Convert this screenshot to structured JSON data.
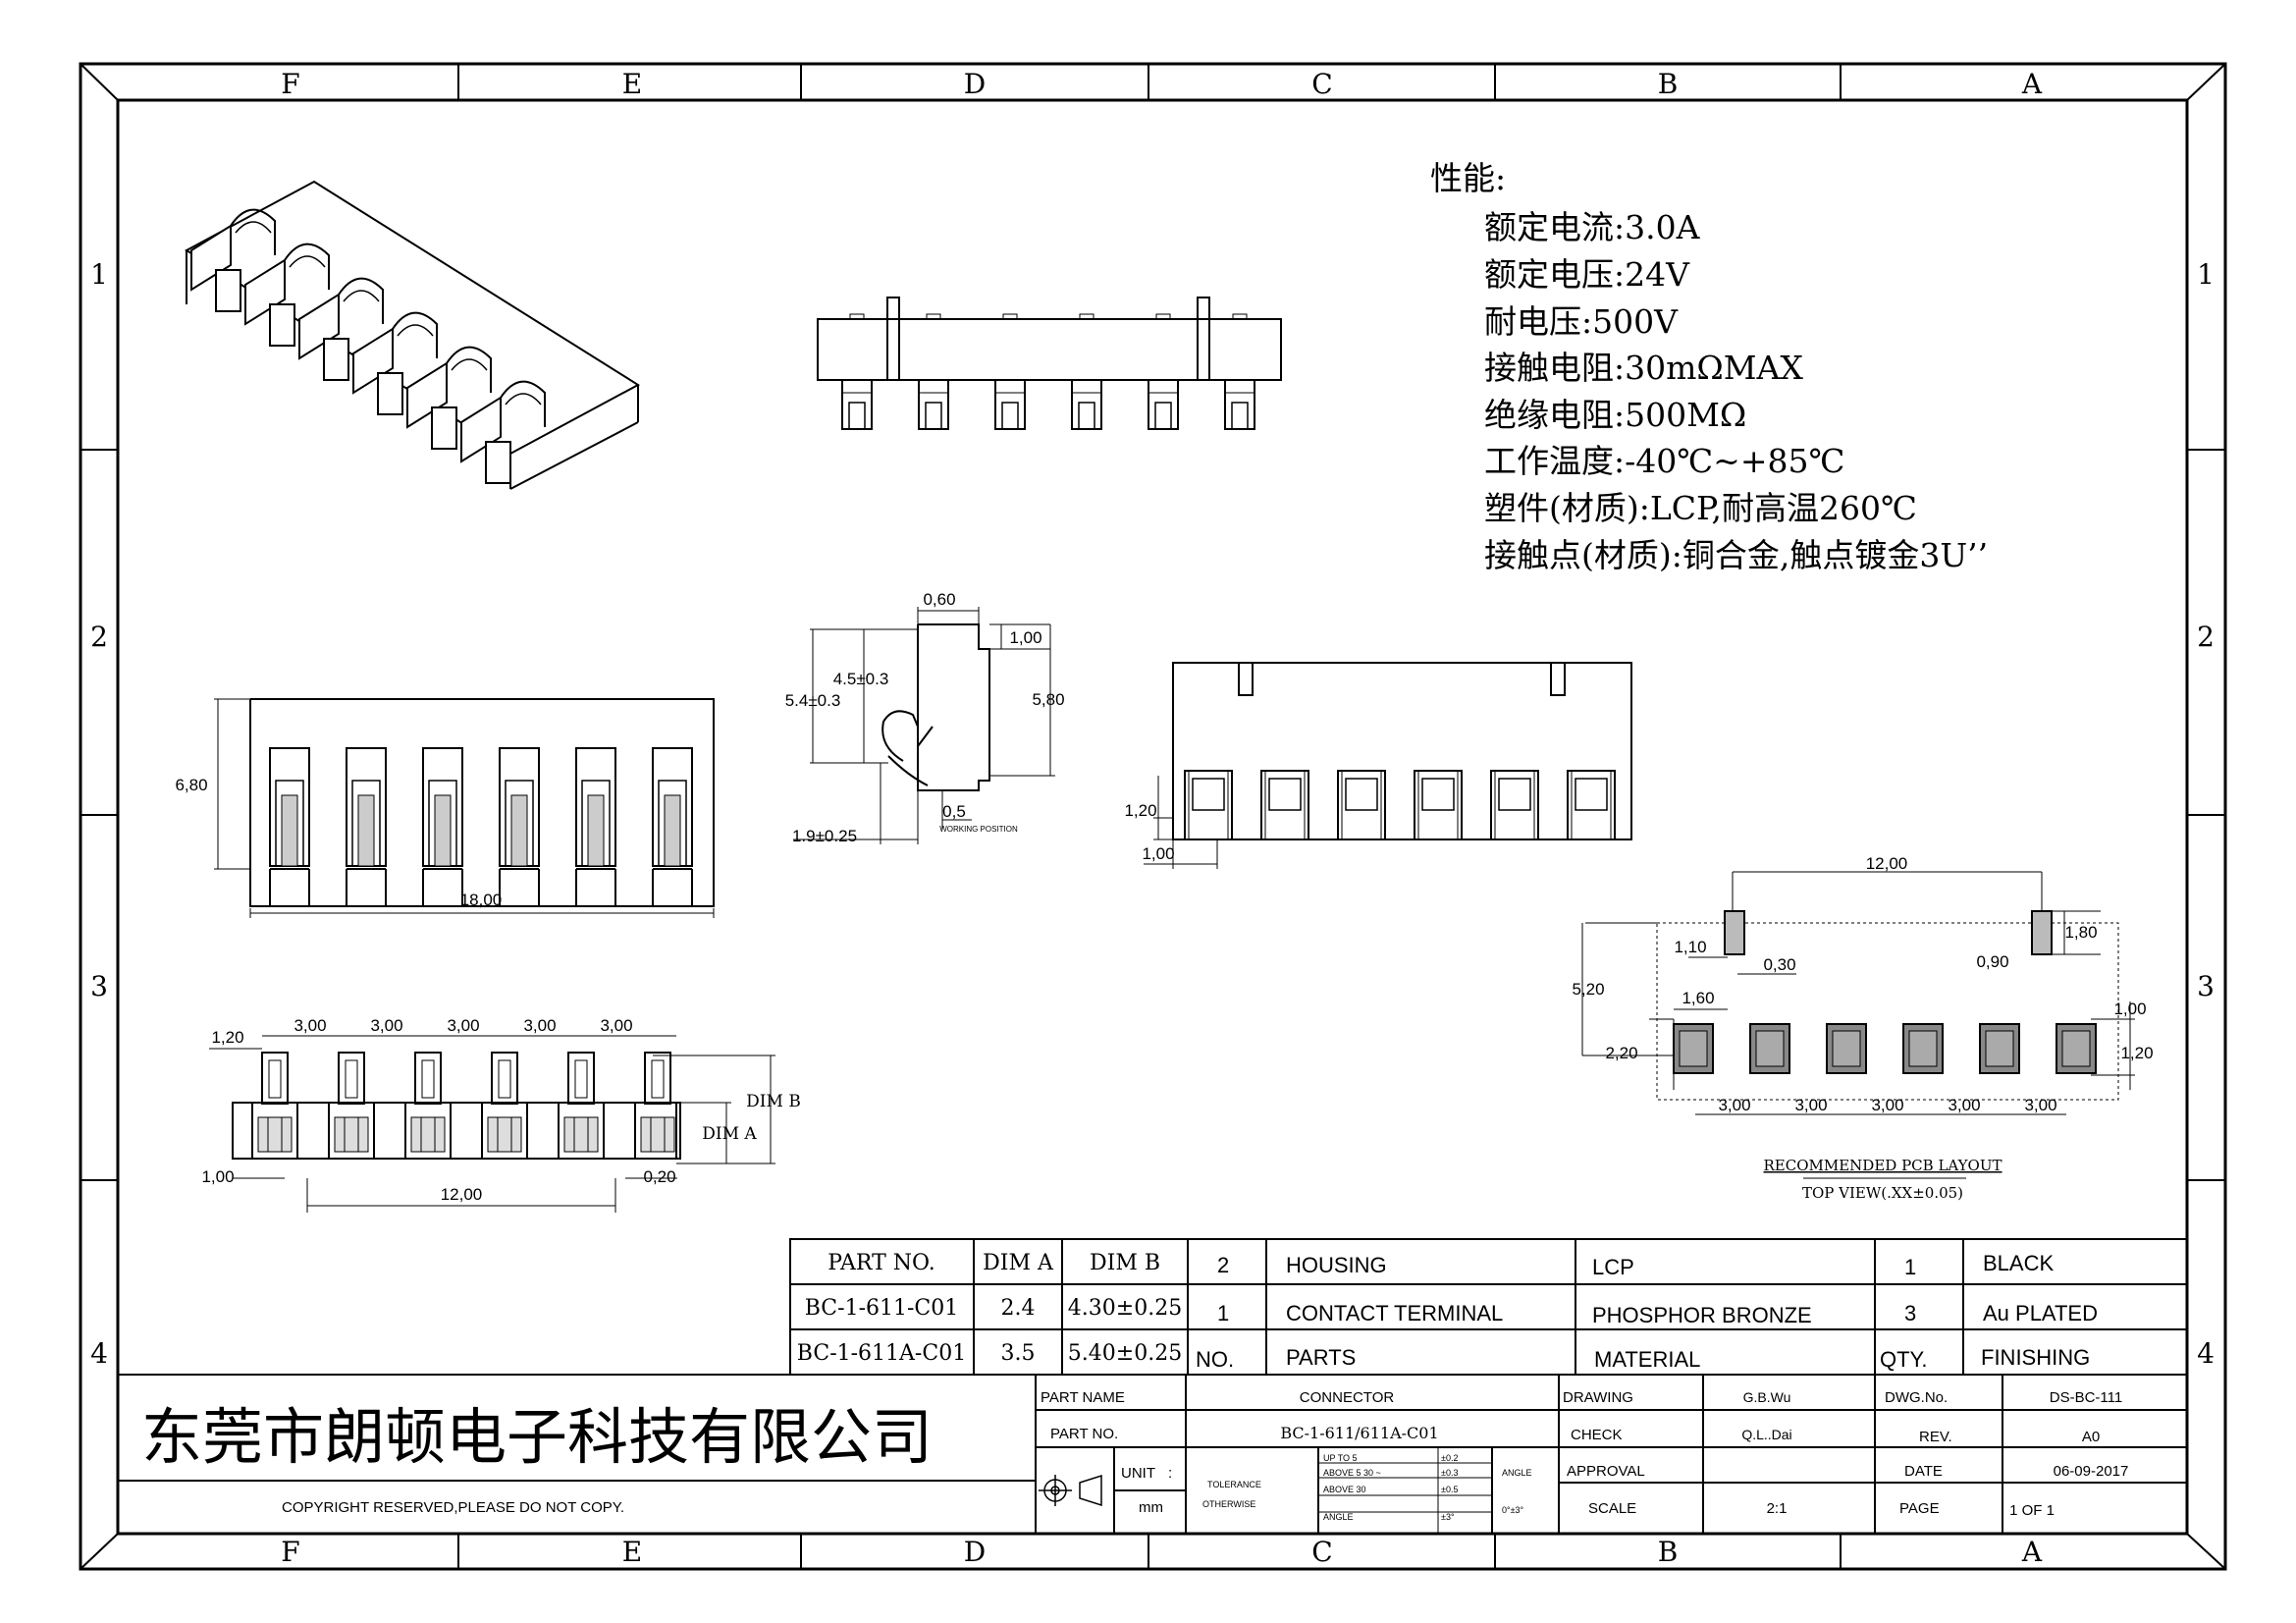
{
  "frame": {
    "top_letters": [
      "F",
      "E",
      "D",
      "C",
      "B",
      "A"
    ],
    "side_numbers": [
      "1",
      "2",
      "3",
      "4"
    ]
  },
  "specs": {
    "heading": "性能:",
    "lines": [
      "额定电流:3.0A",
      "额定电压:24V",
      "耐电压:500V",
      "接触电阻:30mΩMAX",
      "绝缘电阻:500MΩ",
      "工作温度:-40℃~+85℃",
      "塑件(材质):LCP,耐高温260℃",
      "接触点(材质):铜合金,触点镀金3U’’"
    ]
  },
  "dims": {
    "front_height": "6,80",
    "front_width": "18,00",
    "side_top": "0,60",
    "side_1": "1,00",
    "side_45": "4.5±0.3",
    "side_54": "5.4±0.3",
    "side_580": "5,80",
    "side_05": "0,5",
    "side_19": "1.9±0.25",
    "side_note": "WORKING POSITION",
    "back_120": "1,20",
    "back_100": "1,00",
    "bot_120": "1,20",
    "bot_pitch": [
      "3,00",
      "3,00",
      "3,00",
      "3,00",
      "3,00"
    ],
    "bot_dimb": "DIM B",
    "bot_dima": "DIM A",
    "bot_100": "1,00",
    "bot_1200": "12,00",
    "bot_020": "0,20",
    "pcb_1200": "12,00",
    "pcb_180": "1,80",
    "pcb_110": "1,10",
    "pcb_030": "0,30",
    "pcb_090": "0,90",
    "pcb_520": "5,20",
    "pcb_160": "1,60",
    "pcb_100": "1,00",
    "pcb_220": "2,20",
    "pcb_120": "1,20",
    "pcb_pitch": [
      "3,00",
      "3,00",
      "3,00",
      "3,00",
      "3,00"
    ],
    "pcb_title": "RECOMMENDED PCB LAYOUT",
    "pcb_sub": "TOP VIEW(.XX±0.05)"
  },
  "parts_table": {
    "headers": [
      "PART NO.",
      "DIM A",
      "DIM B"
    ],
    "rows": [
      [
        "BC-1-611-C01",
        "2.4",
        "4.30±0.25"
      ],
      [
        "BC-1-611A-C01",
        "3.5",
        "5.40±0.25"
      ]
    ]
  },
  "bom": {
    "rows": [
      [
        "2",
        "HOUSING",
        "LCP",
        "1",
        "BLACK"
      ],
      [
        "1",
        "CONTACT TERMINAL",
        "PHOSPHOR BRONZE",
        "3",
        "Au PLATED"
      ],
      [
        "NO.",
        "PARTS",
        "MATERIAL",
        "QTY.",
        "FINISHING"
      ]
    ]
  },
  "title_block": {
    "company": "东莞市朗顿电子科技有限公司",
    "copyright": "COPYRIGHT RESERVED,PLEASE DO NOT COPY.",
    "part_name_label": "PART NAME",
    "part_name": "CONNECTOR",
    "part_no_label": "PART NO.",
    "part_no": "BC-1-611/611A-C01",
    "unit_label": "UNIT",
    "unit_colon": ":",
    "unit": "mm",
    "tolerance": "TOLERANCE",
    "otherwise": "OTHERWISE",
    "tol_lines": [
      "UP TO 5",
      "ABOVE 5 30 ~",
      "ABOVE 30",
      "ANGLE"
    ],
    "tol_vals": [
      "±0.2",
      "±0.3",
      "±0.5",
      "±3°"
    ],
    "angle_label": "ANGLE",
    "angle_val": "0°±3°",
    "drawing_label": "DRAWING",
    "drawing": "G.B.Wu",
    "check_label": "CHECK",
    "check": "Q.L..Dai",
    "approval_label": "APPROVAL",
    "scale_label": "SCALE",
    "scale": "2:1",
    "dwg_label": "DWG.No.",
    "dwg": "DS-BC-111",
    "rev_label": "REV.",
    "rev": "A0",
    "date_label": "DATE",
    "date": "06-09-2017",
    "page_label": "PAGE",
    "page": "1 OF 1"
  }
}
